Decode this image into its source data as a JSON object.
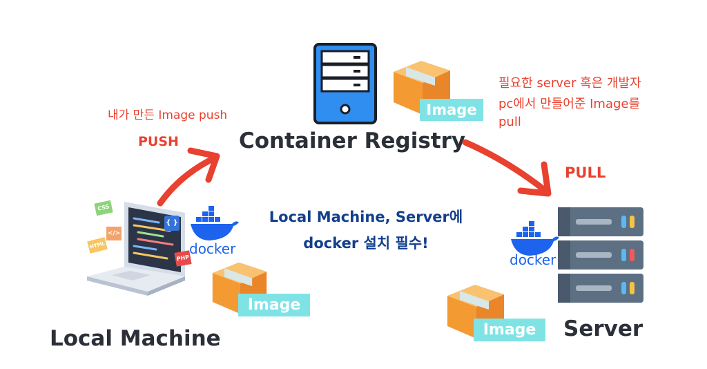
{
  "labels": {
    "container_registry": "Container Registry",
    "local_machine": "Local Machine",
    "server": "Server",
    "push": "PUSH",
    "pull": "PULL",
    "push_note": "내가 만든 Image push",
    "pull_note_line1": "필요한 server 혹은 개발자",
    "pull_note_line2": "pc에서 만들어준 Image를",
    "pull_note_line3": "pull",
    "center_note_line1": "Local Machine, Server에",
    "center_note_line2": "docker 설치 필수!",
    "image_tag": "Image",
    "docker_text": "docker"
  },
  "laptop_stickers": {
    "css": "CSS",
    "html": "HTML",
    "php": "PHP",
    "braces": "{ }",
    "code": "</>"
  },
  "colors": {
    "accent_red": "#e8412f",
    "navy": "#123f8c",
    "docker_blue": "#1d63ed",
    "box_orange": "#f5a540",
    "tag_cyan": "#7fe3e6",
    "server_gray": "#5d6f83"
  },
  "icons": {
    "registry": "server-tower-icon",
    "box": "package-box-icon",
    "docker": "docker-whale-icon",
    "server": "server-rack-icon",
    "laptop": "laptop-icon"
  }
}
